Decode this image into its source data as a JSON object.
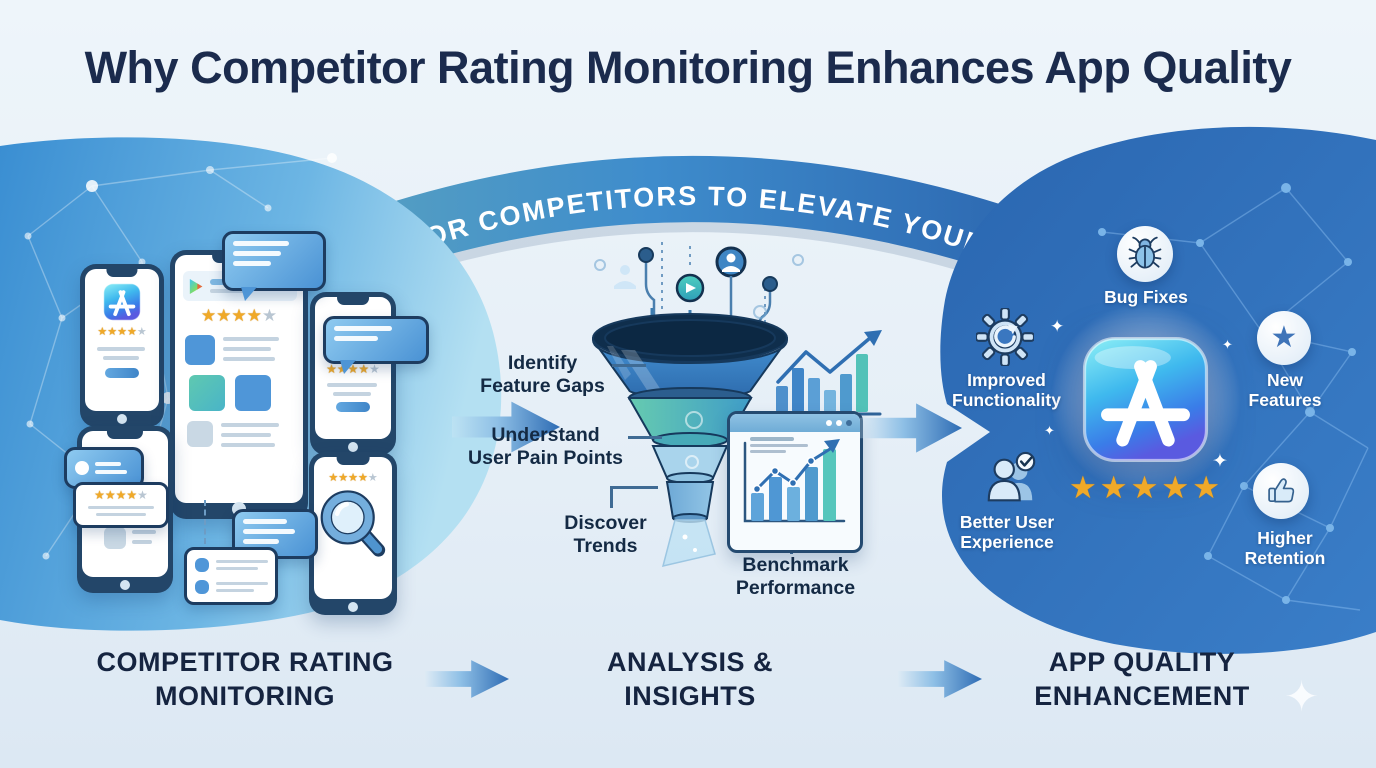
{
  "title": "Why Competitor Rating Monitoring Enhances App Quality",
  "banner": {
    "text": "MONITOR COMPETITORS TO ELEVATE YOUR APP"
  },
  "steps": [
    {
      "label": "COMPETITOR RATING\nMONITORING"
    },
    {
      "label": "ANALYSIS &\nINSIGHTS"
    },
    {
      "label": "APP QUALITY\nENHANCEMENT"
    }
  ],
  "funnel": {
    "labels": [
      {
        "text": "Identify\nFeature Gaps"
      },
      {
        "text": "Understand\nUser Pain Points"
      },
      {
        "text": "Discover\nTrends"
      },
      {
        "text": "Benchmark\nPerformance"
      }
    ]
  },
  "benefits": [
    {
      "icon": "bug-icon",
      "label": "Bug Fixes"
    },
    {
      "icon": "gear-refresh-icon",
      "label": "Improved\nFunctionality"
    },
    {
      "icon": "star-icon",
      "label": "New\nFeatures"
    },
    {
      "icon": "users-check-icon",
      "label": "Better User\nExperience"
    },
    {
      "icon": "thumbs-up-icon",
      "label": "Higher\nRetention"
    }
  ],
  "ratings": {
    "competitor_stars": 4,
    "enhanced_stars": 5,
    "max_stars": 5,
    "star_glyph": "★"
  },
  "decor": {
    "sparkle_glyph": "✦"
  },
  "colors": {
    "title": "#1b2b4d",
    "band_start": "#5aa3c0",
    "band_end": "#2a62ac",
    "left_blob_start": "#3a8ed2",
    "left_blob_end": "#b4e0f2",
    "right_blob": "#2e6cb4",
    "star_gold": "#f0a928",
    "funnel_teal": "#5fc9b0",
    "arrow_blue": "#2e6cb4"
  }
}
